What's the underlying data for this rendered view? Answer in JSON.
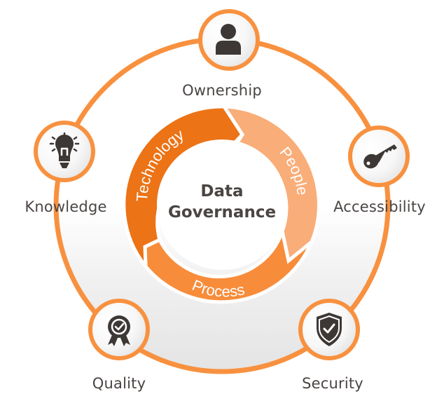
{
  "title": "Data Governance",
  "center": {
    "line1": "Data",
    "line2": "Governance"
  },
  "cycle": [
    {
      "label": "Technology",
      "color": "#ec7316"
    },
    {
      "label": "People",
      "color": "#f9ad78"
    },
    {
      "label": "Process",
      "color": "#f78c3a"
    }
  ],
  "pillars": [
    {
      "label": "Ownership",
      "icon": "person-icon"
    },
    {
      "label": "Knowledge",
      "icon": "lightbulb-icon"
    },
    {
      "label": "Accessibility",
      "icon": "key-icon"
    },
    {
      "label": "Quality",
      "icon": "award-badge-icon"
    },
    {
      "label": "Security",
      "icon": "shield-check-icon"
    }
  ],
  "colors": {
    "accent": "#f68a3a",
    "outer_ring": "#f8913f",
    "text": "#4a4543",
    "icon": "#3d3836",
    "background_fill": "#e8e8e8"
  }
}
